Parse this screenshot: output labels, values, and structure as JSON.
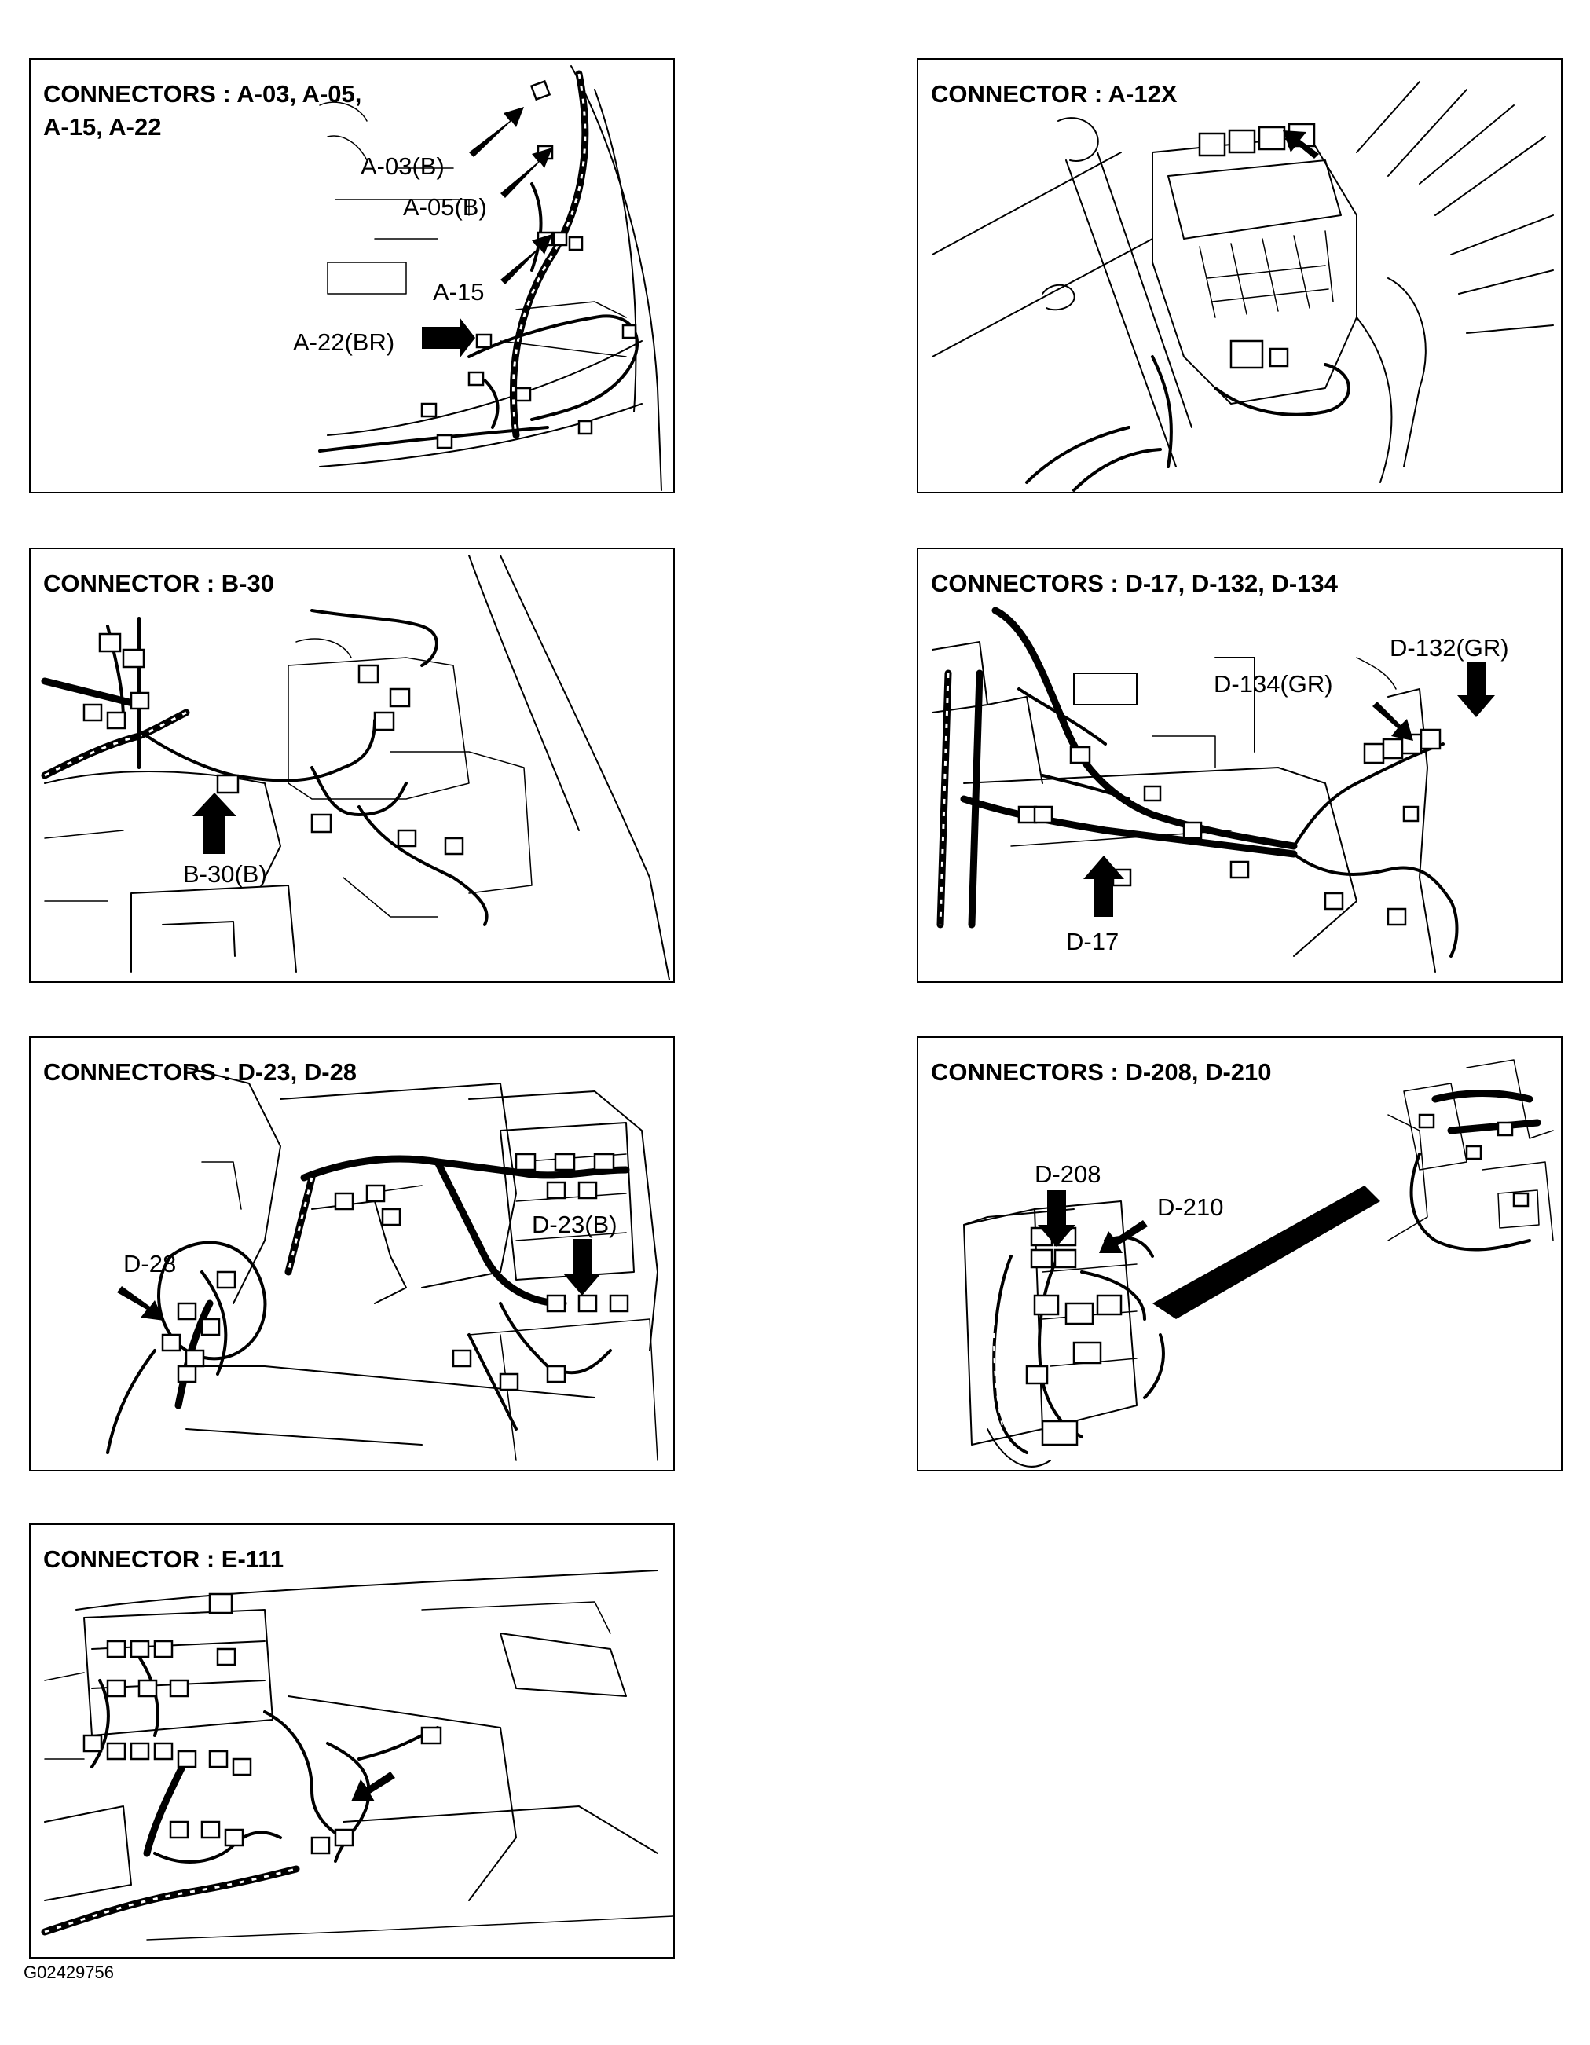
{
  "panels": [
    {
      "id": "A",
      "title_lines": [
        "CONNECTORS : A-03, A-05,",
        "A-15, A-22"
      ],
      "connectors": [
        "A-03(B)",
        "A-05(B)",
        "A-15",
        "A-22(BR)"
      ]
    },
    {
      "id": "B",
      "title_lines": [
        "CONNECTOR : A-12X"
      ],
      "connectors": []
    },
    {
      "id": "C",
      "title_lines": [
        "CONNECTOR : B-30"
      ],
      "connectors": [
        "B-30(B)"
      ]
    },
    {
      "id": "D",
      "title_lines": [
        "CONNECTORS : D-17, D-132, D-134"
      ],
      "connectors": [
        "D-132(GR)",
        "D-134(GR)",
        "D-17"
      ]
    },
    {
      "id": "E",
      "title_lines": [
        "CONNECTORS : D-23, D-28"
      ],
      "connectors": [
        "D-23(B)",
        "D-28"
      ]
    },
    {
      "id": "F",
      "title_lines": [
        "CONNECTORS : D-208, D-210"
      ],
      "connectors": [
        "D-208",
        "D-210"
      ]
    },
    {
      "id": "G",
      "title_lines": [
        "CONNECTOR : E-111"
      ],
      "connectors": []
    }
  ],
  "footer": {
    "code": "G02429756"
  }
}
